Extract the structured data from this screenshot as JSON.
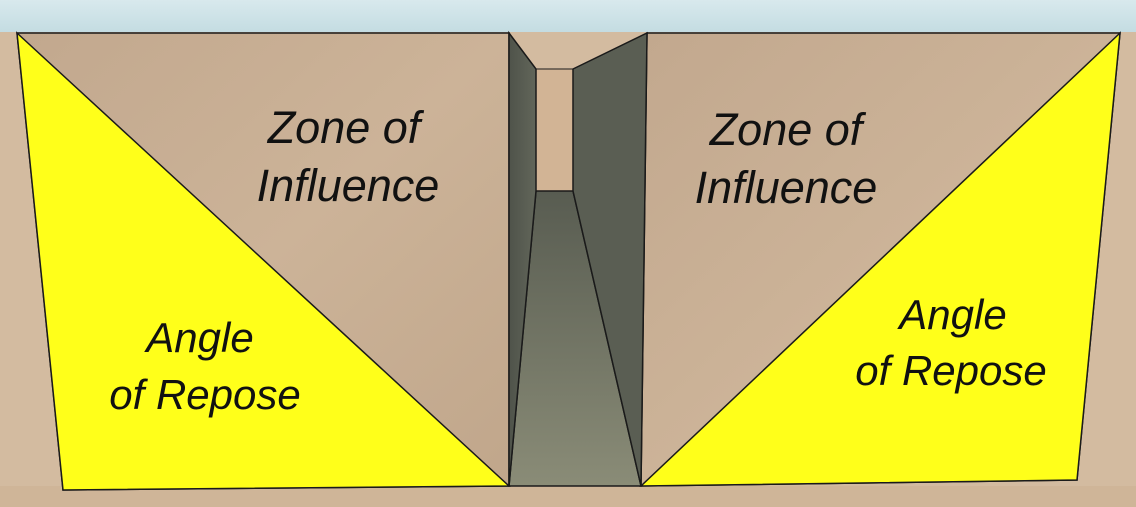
{
  "diagram": {
    "left_panel": {
      "zone": {
        "line1": "Zone of",
        "line2": "Influence"
      },
      "angle": {
        "line1": "Angle",
        "line2": "of Repose"
      }
    },
    "right_panel": {
      "zone": {
        "line1": "Zone of",
        "line2": "Influence"
      },
      "angle": {
        "line1": "Angle",
        "line2": "of Repose"
      }
    }
  },
  "colors": {
    "sky": "#c5dde3",
    "ground": "#d3bba0",
    "soil_face": "#c7ad92",
    "angle_of_repose": "#ffff1a",
    "trench_wall": "#5b5f53",
    "trench_floor": "#7c7f6b",
    "outline": "#1a1a1a"
  }
}
